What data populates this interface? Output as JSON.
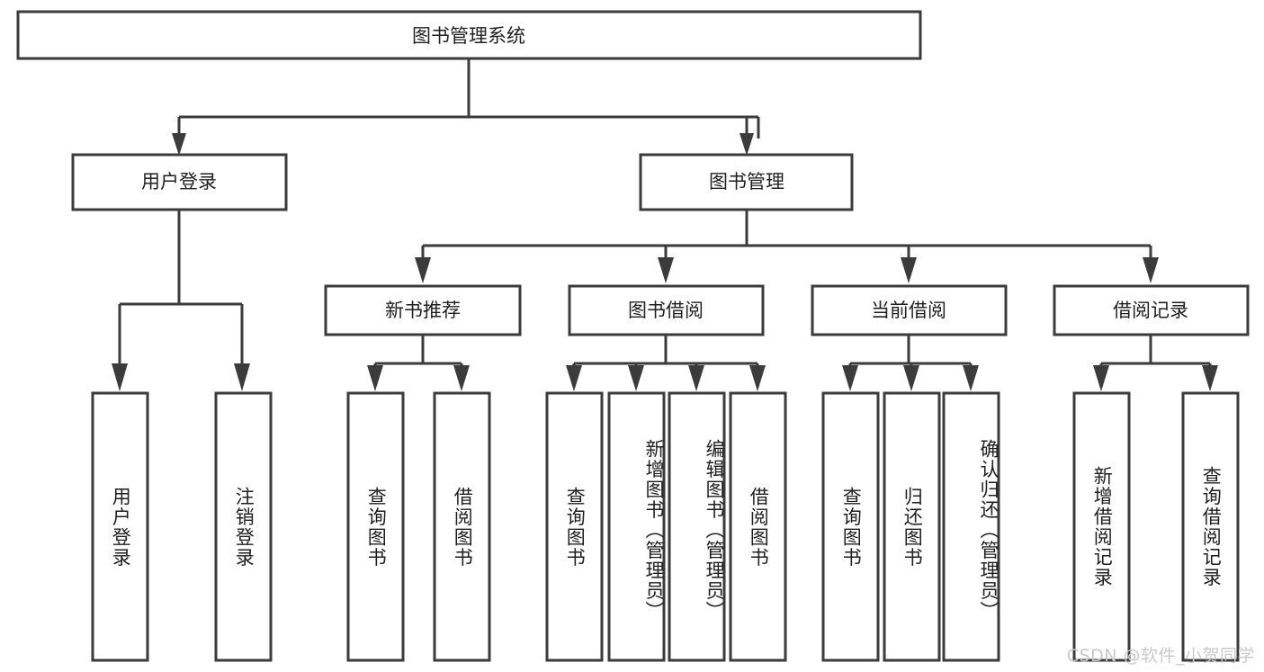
{
  "diagram": {
    "title_node": {
      "id": "root",
      "label": "图书管理系统"
    },
    "level1": [
      {
        "id": "user-login",
        "label": "用户登录"
      },
      {
        "id": "book-manage",
        "label": "图书管理"
      }
    ],
    "level2": [
      {
        "id": "new-book-rec",
        "label": "新书推荐",
        "parent": "book-manage"
      },
      {
        "id": "book-borrow",
        "label": "图书借阅",
        "parent": "book-manage"
      },
      {
        "id": "current-borrow",
        "label": "当前借阅",
        "parent": "book-manage"
      },
      {
        "id": "borrow-record",
        "label": "借阅记录",
        "parent": "book-manage"
      }
    ],
    "leaves": [
      {
        "id": "leaf-user-login",
        "label": "用户登录",
        "parent": "user-login"
      },
      {
        "id": "leaf-logout",
        "label": "注销登录",
        "parent": "user-login"
      },
      {
        "id": "leaf-query-book-1",
        "label": "查询图书",
        "parent": "new-book-rec"
      },
      {
        "id": "leaf-borrow-book-1",
        "label": "借阅图书",
        "parent": "new-book-rec"
      },
      {
        "id": "leaf-query-book-2",
        "label": "查询图书",
        "parent": "book-borrow"
      },
      {
        "id": "leaf-add-book",
        "label": "新增图书（管理员）",
        "parent": "book-borrow"
      },
      {
        "id": "leaf-edit-book",
        "label": "编辑图书（管理员）",
        "parent": "book-borrow"
      },
      {
        "id": "leaf-borrow-book-2",
        "label": "借阅图书",
        "parent": "book-borrow"
      },
      {
        "id": "leaf-query-book-3",
        "label": "查询图书",
        "parent": "current-borrow"
      },
      {
        "id": "leaf-return-book",
        "label": "归还图书",
        "parent": "current-borrow"
      },
      {
        "id": "leaf-confirm-return",
        "label": "确认归还（管理员）",
        "parent": "current-borrow"
      },
      {
        "id": "leaf-add-record",
        "label": "新增借阅记录",
        "parent": "borrow-record"
      },
      {
        "id": "leaf-query-record",
        "label": "查询借阅记录",
        "parent": "borrow-record"
      }
    ]
  },
  "watermark": {
    "text": "CSDN @软件_小贺同学"
  },
  "colors": {
    "stroke": "#3b3b3b",
    "fill": "#ffffff",
    "text": "#1f1f1f",
    "watermark": "#c9c9c9"
  }
}
